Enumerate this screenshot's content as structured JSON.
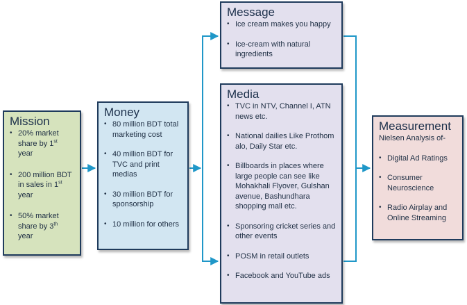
{
  "mission": {
    "title": "Mission",
    "items": [
      {
        "pre": "20% market share by 1",
        "sup": "st",
        "post": " year"
      },
      {
        "pre": "200 million BDT in sales in 1",
        "sup": "st",
        "post": " year"
      },
      {
        "pre": "50% market share by 3",
        "sup": "th",
        "post": " year"
      }
    ]
  },
  "money": {
    "title": "Money",
    "items": [
      "80 million BDT total marketing cost",
      "40 million  BDT for TVC and print medias",
      "30 million BDT for sponsorship",
      "10 million for others"
    ]
  },
  "message": {
    "title": "Message",
    "items": [
      "Ice cream makes you happy",
      "Ice-cream with natural ingredients"
    ]
  },
  "media": {
    "title": "Media",
    "items": [
      "TVC in NTV, Channel I, ATN news etc.",
      "National dailies Like Prothom alo, Daily Star etc.",
      "Billboards in places where large people can see like Mohakhali Flyover, Gulshan avenue, Bashundhara shopping mall etc.",
      "Sponsoring cricket series and other events",
      "POSM in retail outlets",
      "Facebook and YouTube ads"
    ]
  },
  "measurement": {
    "title": "Measurement",
    "subtitle": "Nielsen Analysis of-",
    "items": [
      "Digital Ad Ratings",
      "Consumer Neuroscience",
      "Radio Airplay and Online Streaming"
    ]
  },
  "colors": {
    "arrow": "#1f97c8",
    "border": "#1f3b5c",
    "mission_bg": "#d6e3bd",
    "money_bg": "#d2e6f2",
    "message_bg": "#e3e0ee",
    "media_bg": "#e3e0ee",
    "measurement_bg": "#f1dcdb"
  }
}
